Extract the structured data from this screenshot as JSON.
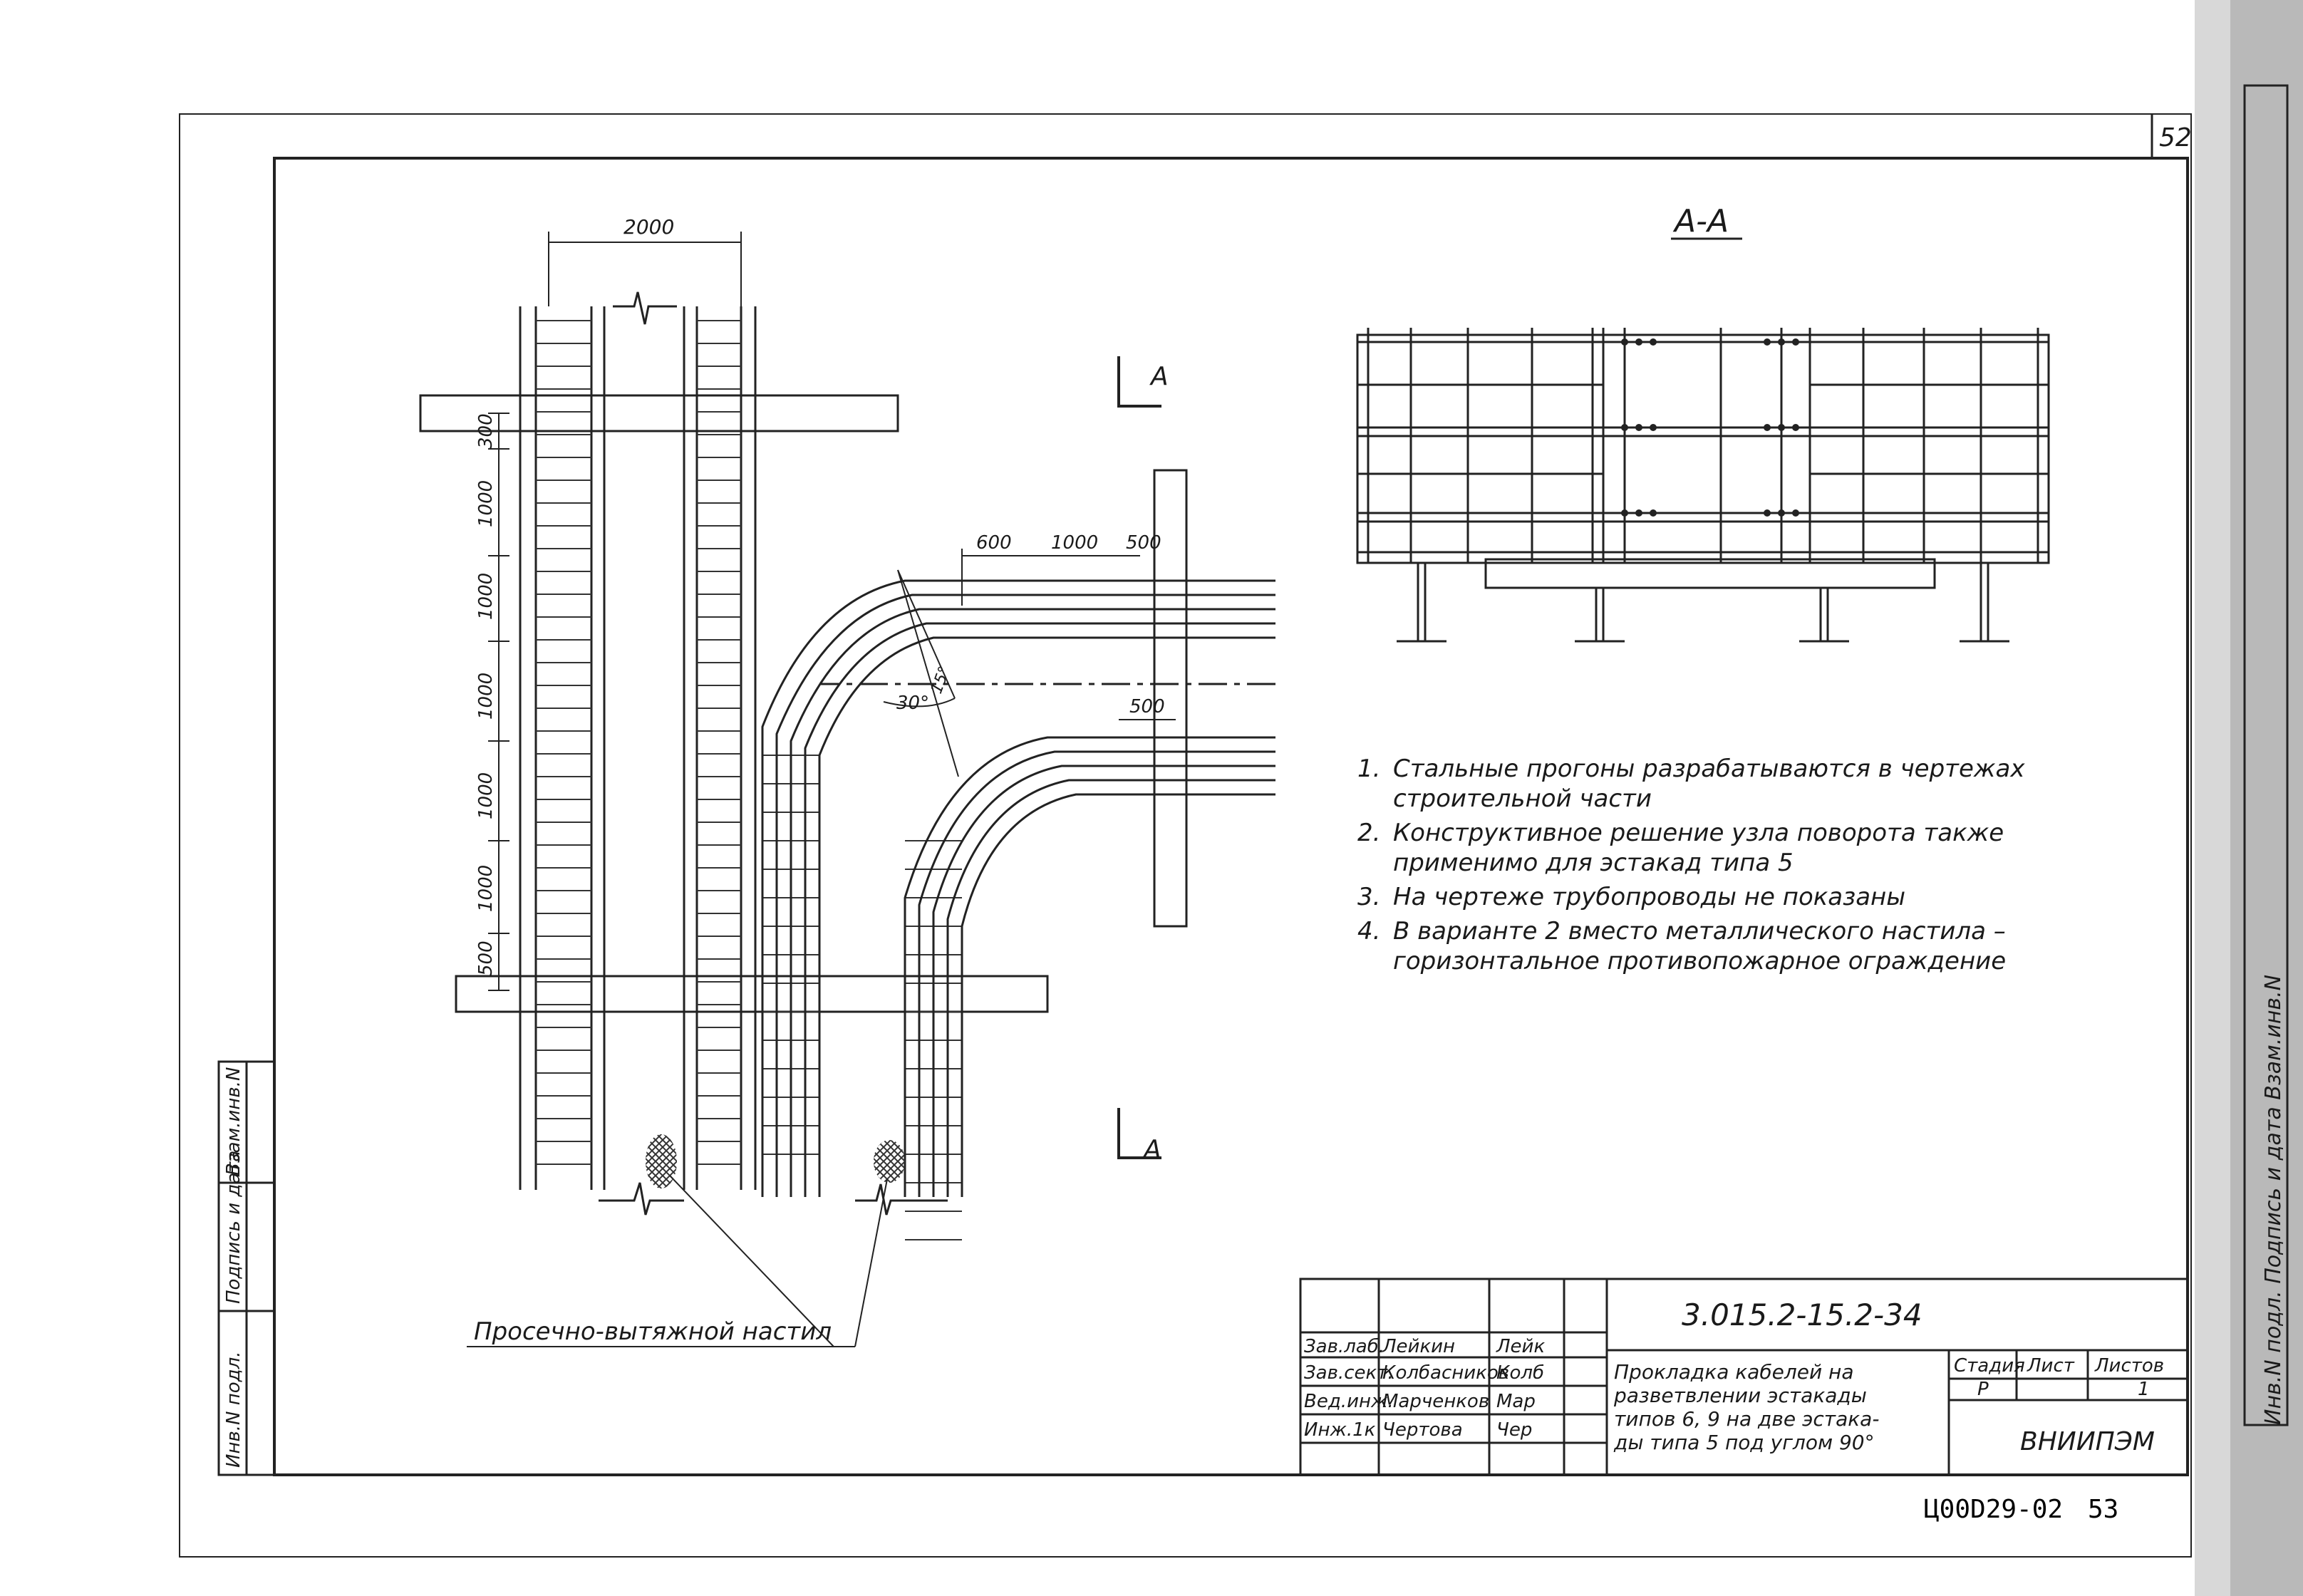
{
  "sheet": {
    "page_number": "52",
    "bottom_code": "Ц00D29-02",
    "bottom_page": "53"
  },
  "section": {
    "title": "А-А",
    "marker_top": "А",
    "marker_bottom": "А"
  },
  "dimensions": {
    "top_width": "2000",
    "left_vertical": [
      "300",
      "1000",
      "1000",
      "1000",
      "1000",
      "1000",
      "500"
    ],
    "branch_top": [
      "600",
      "1000",
      "500"
    ],
    "branch_lower": "500",
    "angle_main": "30°",
    "angle_small": "15°"
  },
  "leader_label": "Просечно-вытяжной настил",
  "notes": [
    {
      "num": "1.",
      "lines": [
        "Стальные прогоны разрабатываются в чертежах",
        "строительной части"
      ]
    },
    {
      "num": "2.",
      "lines": [
        "Конструктивное решение узла поворота также",
        "применимо для эстакад типа 5"
      ]
    },
    {
      "num": "3.",
      "lines": [
        "На чертеже трубопроводы не показаны"
      ]
    },
    {
      "num": "4.",
      "lines": [
        "В варианте 2 вместо металлического настила –",
        "горизонтальное противопожарное ограждение"
      ]
    }
  ],
  "side_stamp_left": [
    "Инв.N подл.",
    "Подпись и дата",
    "Взам.инв.N"
  ],
  "side_stamp_right": "Инв.N подл. Подпись и дата Взам.инв.N",
  "title_block": {
    "doc_code": "3.015.2-15.2-34",
    "signers": [
      {
        "role": "Зав.лаб.",
        "name": "Лейкин",
        "sign": "Лейк"
      },
      {
        "role": "Зав.сект.",
        "name": "Колбасников",
        "sign": "Колб"
      },
      {
        "role": "Вед.инж.",
        "name": "Марченков",
        "sign": "Мар"
      },
      {
        "role": "Инж.1к",
        "name": "Чертова",
        "sign": "Чер"
      }
    ],
    "description": [
      "Прокладка кабелей на",
      "разветвлении эстакады",
      "типов 6, 9 на две эстака-",
      "ды типа 5 под углом 90°"
    ],
    "stage_label": "Стадия",
    "sheet_label": "Лист",
    "sheets_label": "Листов",
    "stage_value": "Р",
    "sheets_value": "1",
    "organization": "ВНИИПЭМ"
  }
}
